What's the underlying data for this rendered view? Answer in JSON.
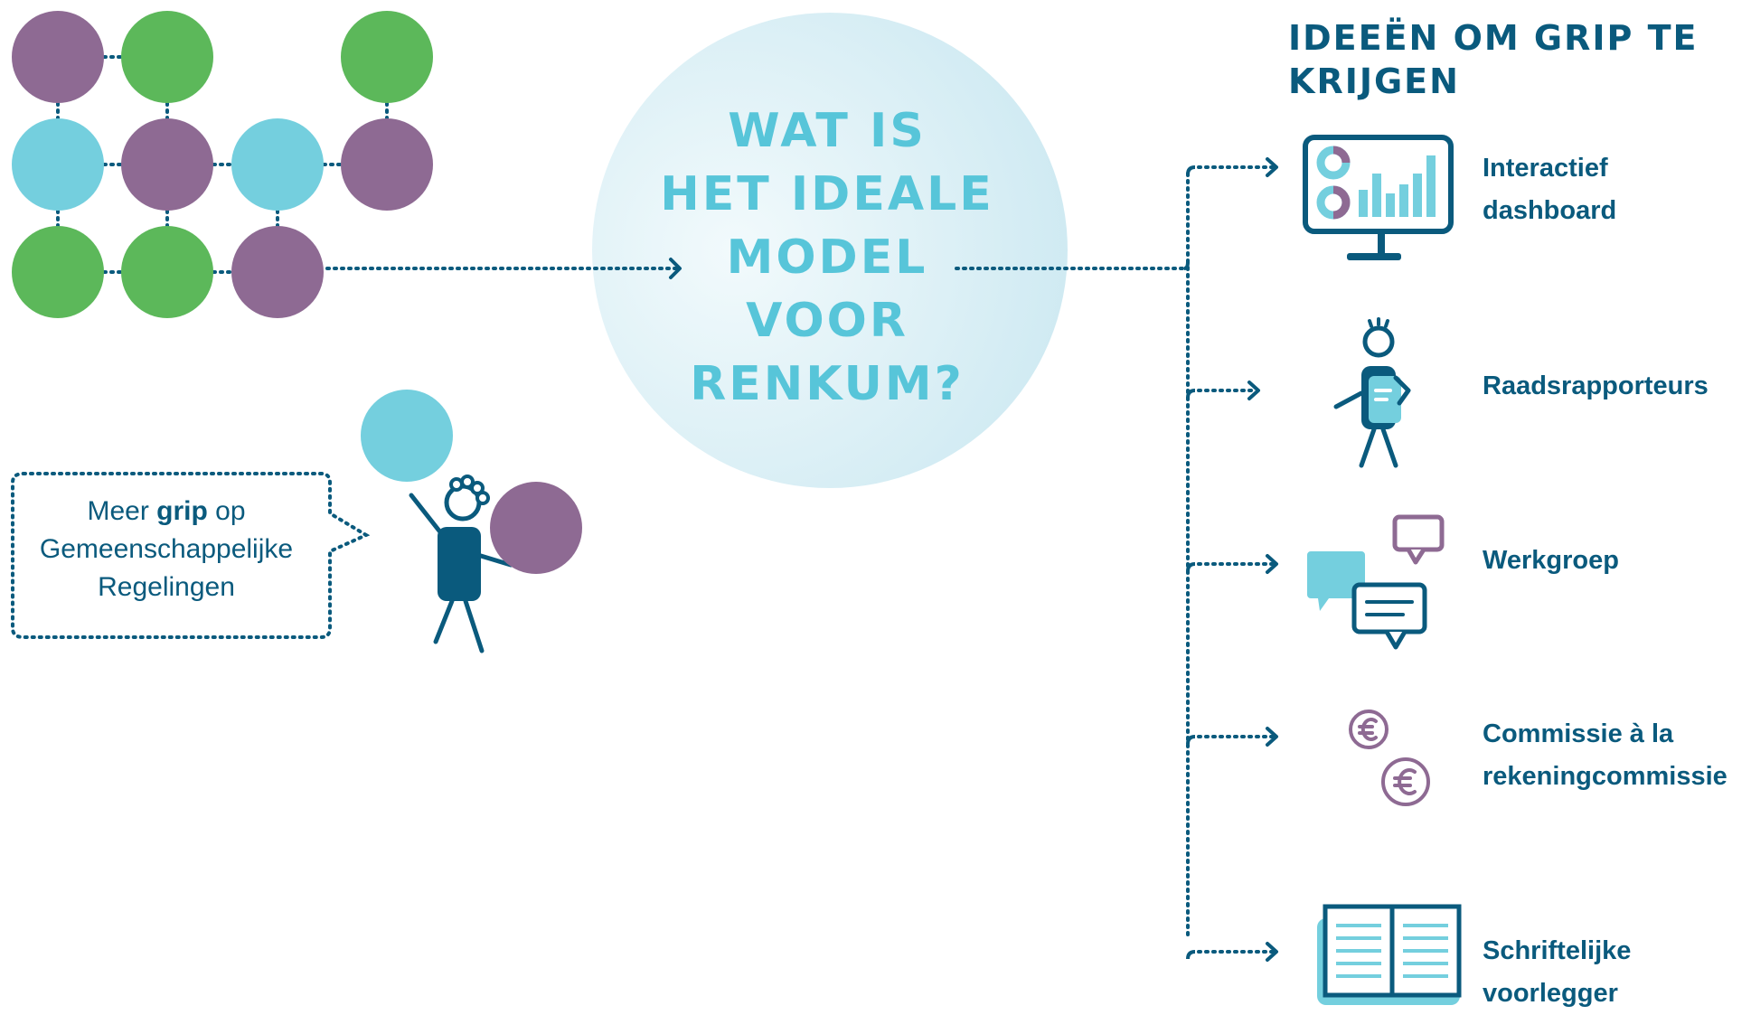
{
  "question": {
    "lines": [
      "WAT IS",
      "HET IDEALE",
      "MODEL",
      "VOOR",
      "RENKUM?"
    ]
  },
  "ideas": {
    "title_lines": [
      "IDEEËN OM GRIP TE",
      "KRIJGEN"
    ],
    "items": [
      {
        "label_lines": [
          "Interactief",
          "dashboard"
        ],
        "icon": "dashboard-monitor-icon"
      },
      {
        "label_lines": [
          "Raadsrapporteurs"
        ],
        "icon": "rapporteur-person-icon"
      },
      {
        "label_lines": [
          "Werkgroep"
        ],
        "icon": "chat-bubbles-icon"
      },
      {
        "label_lines": [
          "Commissie à la",
          "rekeningcommissie"
        ],
        "icon": "euro-coins-icon"
      },
      {
        "label_lines": [
          "Schriftelijke",
          "voorlegger"
        ],
        "icon": "open-book-icon"
      }
    ]
  },
  "speech": {
    "line1_pre": "Meer ",
    "line1_bold": "grip",
    "line1_post": " op",
    "line2": "Gemeenschappelijke",
    "line3": "Regelingen"
  },
  "colors": {
    "purple": "#8e6a93",
    "green": "#5cb85a",
    "light_blue": "#74cfde",
    "dark_blue": "#0a5a7d",
    "title_blue": "#57c5d9",
    "circle_fill": "#d8eef5"
  },
  "network": {
    "rows": [
      [
        "purple",
        "green",
        null,
        "green"
      ],
      [
        "light_blue",
        "purple",
        "light_blue",
        "purple"
      ],
      [
        "green",
        "green",
        "purple",
        null
      ]
    ]
  }
}
